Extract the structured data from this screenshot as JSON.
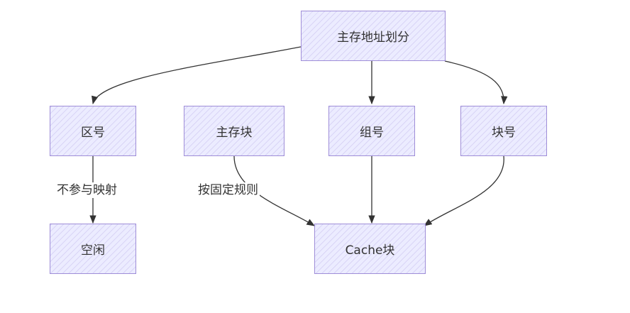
{
  "diagram": {
    "type": "flowchart",
    "nodes": {
      "root": {
        "label": "主存地址划分"
      },
      "zone": {
        "label": "区号"
      },
      "main_block": {
        "label": "主存块"
      },
      "group": {
        "label": "组号"
      },
      "block": {
        "label": "块号"
      },
      "idle": {
        "label": "空闲"
      },
      "cache_block": {
        "label": "Cache块"
      }
    },
    "edges": [
      {
        "from": "主存地址划分",
        "to": "区号",
        "label": ""
      },
      {
        "from": "主存地址划分",
        "to": "组号",
        "label": ""
      },
      {
        "from": "主存地址划分",
        "to": "块号",
        "label": ""
      },
      {
        "from": "区号",
        "to": "空闲",
        "label": "不参与映射"
      },
      {
        "from": "主存块",
        "to": "Cache块",
        "label": "按固定规则"
      },
      {
        "from": "组号",
        "to": "Cache块",
        "label": ""
      },
      {
        "from": "块号",
        "to": "Cache块",
        "label": ""
      }
    ],
    "edge_labels": {
      "no_mapping": "不参与映射",
      "fixed_rule": "按固定规则"
    },
    "colors": {
      "node_fill": "#ececff",
      "node_border": "#9f8ed8",
      "edge": "#333333",
      "text": "#333333"
    }
  }
}
